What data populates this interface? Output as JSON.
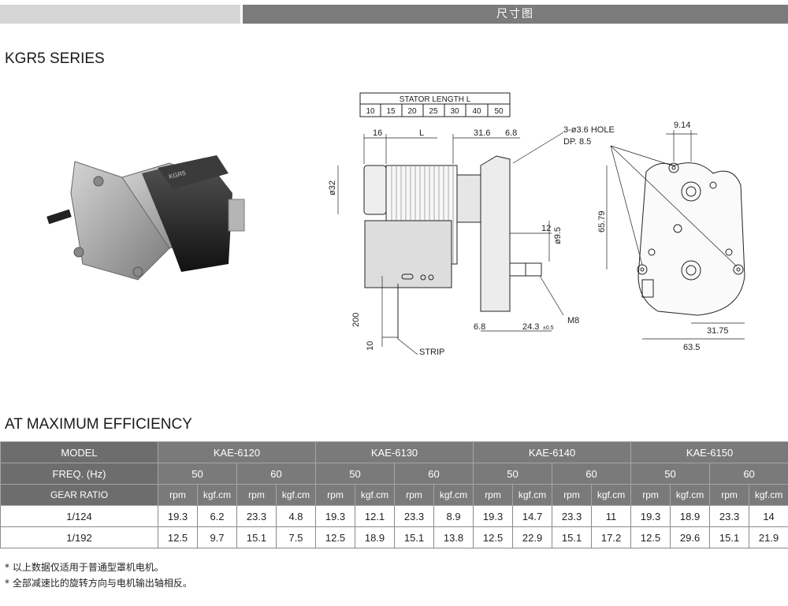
{
  "header": {
    "title": "尺寸图"
  },
  "series": {
    "title": "KGR5  SERIES"
  },
  "drawing": {
    "stator_header": "STATOR  LENGTH  L",
    "stator_lengths": [
      "10",
      "15",
      "20",
      "25",
      "30",
      "40",
      "50"
    ],
    "dims": {
      "d16": "16",
      "dL": "L",
      "d316": "31.6",
      "d68top": "6.8",
      "hole": "3-ø3.6  HOLE",
      "dp": "DP.  8.5",
      "d32": "ø32",
      "d12": "12",
      "d95": "ø9.5",
      "d200": "200",
      "d10": "10",
      "strip": "STRIP",
      "d68bot": "6.8",
      "d243": "24.3",
      "d243tol": "±0.5",
      "m8": "M8",
      "d914": "9.14",
      "d6579": "65.79",
      "d3175": "31.75",
      "d635": "63.5"
    }
  },
  "efficiency": {
    "title": "AT  MAXIMUM  EFFICIENCY"
  },
  "table": {
    "model_label": "MODEL",
    "freq_label": "FREQ. (Hz)",
    "gear_label": "GEAR  RATIO",
    "models": [
      "KAE-6120",
      "KAE-6130",
      "KAE-6140",
      "KAE-6150"
    ],
    "freqs": [
      "50",
      "60"
    ],
    "units": [
      "rpm",
      "kgf.cm"
    ],
    "rows": [
      {
        "ratio": "1/124",
        "values": [
          "19.3",
          "6.2",
          "23.3",
          "4.8",
          "19.3",
          "12.1",
          "23.3",
          "8.9",
          "19.3",
          "14.7",
          "23.3",
          "11",
          "19.3",
          "18.9",
          "23.3",
          "14"
        ]
      },
      {
        "ratio": "1/192",
        "values": [
          "12.5",
          "9.7",
          "15.1",
          "7.5",
          "12.5",
          "18.9",
          "15.1",
          "13.8",
          "12.5",
          "22.9",
          "15.1",
          "17.2",
          "12.5",
          "29.6",
          "15.1",
          "21.9"
        ]
      }
    ]
  },
  "notes": [
    "* 以上数据仅适用于普通型罩机电机。",
    "* 全部减速比的旋转方向与电机输出轴相反。"
  ]
}
